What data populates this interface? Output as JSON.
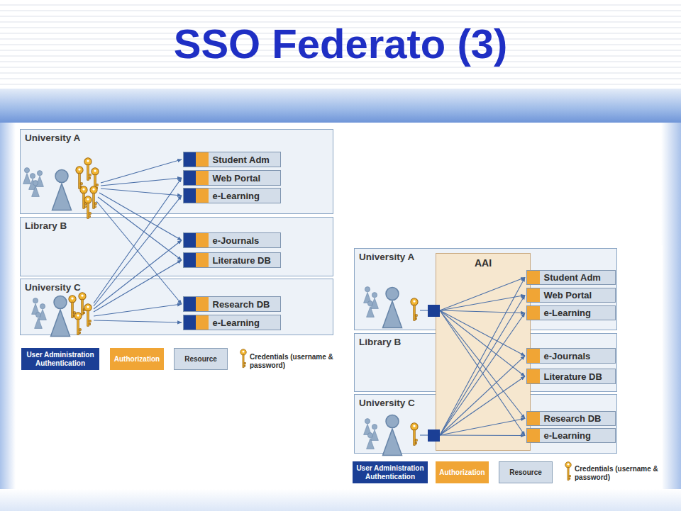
{
  "diagram": {
    "title": "SSO Federato (3)",
    "nodes": [
      {
        "text": [
          "University A"
        ]
      },
      {
        "text": [
          "Student Adm"
        ],
        "in": 0
      },
      {
        "text": [
          "Web Portal"
        ],
        "in": 0
      },
      {
        "text": [
          "e-Learning"
        ],
        "in": 0
      },
      {
        "text": [
          "Library B"
        ]
      },
      {
        "text": [
          "e-Journals"
        ],
        "in": 4
      },
      {
        "text": [
          "Literature DB"
        ],
        "in": 4
      },
      {
        "text": [
          "University C"
        ]
      },
      {
        "text": [
          "Research DB"
        ],
        "in": 7
      },
      {
        "text": [
          "e-Learning"
        ],
        "in": 7
      },
      {
        "text": [
          "University A"
        ]
      },
      {
        "text": [
          "Student Adm"
        ],
        "in": 10
      },
      {
        "text": [
          "Web Portal"
        ],
        "in": 10
      },
      {
        "text": [
          "e-Learning"
        ],
        "in": 10
      },
      {
        "text": [
          "Library B"
        ]
      },
      {
        "text": [
          "e-Journals"
        ],
        "in": 14
      },
      {
        "text": [
          "Literature DB"
        ],
        "in": 14
      },
      {
        "text": [
          "University C"
        ]
      },
      {
        "text": [
          "Research DB"
        ],
        "in": 17
      },
      {
        "text": [
          "e-Learning"
        ],
        "in": 17
      },
      {
        "text": [
          "AAI"
        ]
      }
    ],
    "legend": [
      {
        "text": "User Administration Authentication",
        "color": "#1b3f95"
      },
      {
        "text": "Authorization",
        "color": "#f0a535"
      },
      {
        "text": "Resource",
        "color": "#d3dde9"
      },
      {
        "text": "Credentials (username & password)"
      },
      {
        "text": "User Administration Authentication",
        "color": "#1b3f95"
      },
      {
        "text": "Authorization",
        "color": "#f0a535"
      },
      {
        "text": "Resource",
        "color": "#d3dde9"
      },
      {
        "text": "Credentials (username & password)"
      }
    ]
  }
}
